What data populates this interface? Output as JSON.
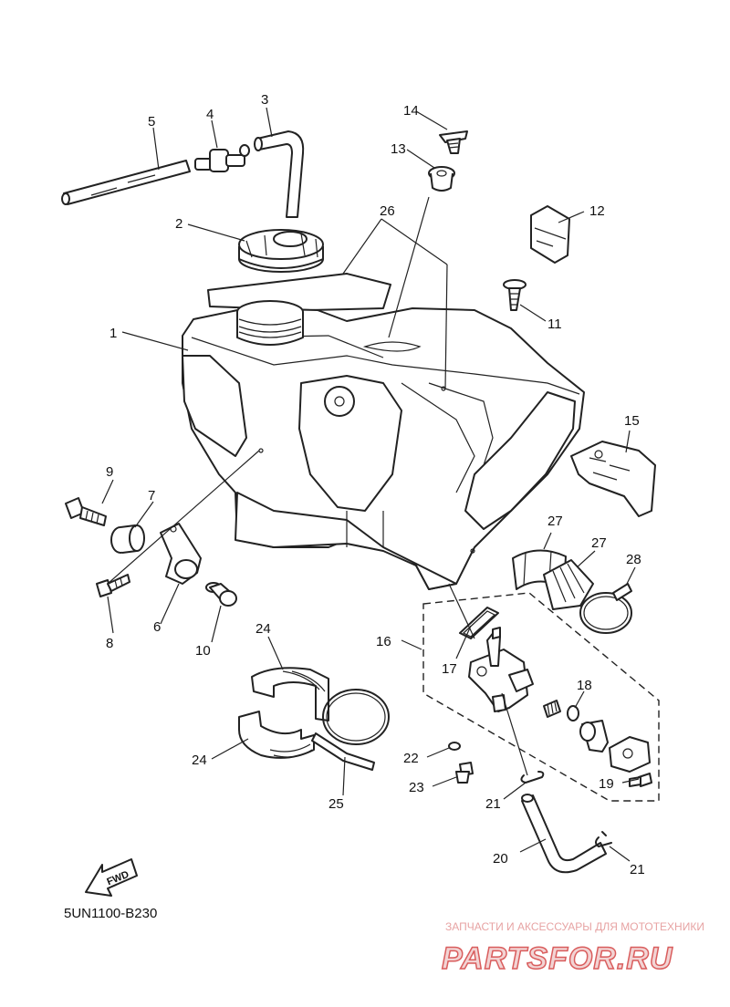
{
  "diagram": {
    "code": "5UN1100-B230",
    "fwd_label": "FWD",
    "callouts": [
      "1",
      "2",
      "3",
      "4",
      "5",
      "6",
      "7",
      "8",
      "9",
      "10",
      "11",
      "12",
      "13",
      "14",
      "15",
      "16",
      "17",
      "18",
      "19",
      "20",
      "21",
      "21",
      "22",
      "23",
      "24",
      "24",
      "25",
      "26",
      "27",
      "27",
      "28"
    ]
  },
  "watermark": {
    "caption": "ЗАПЧАСТИ И АКСЕССУАРЫ ДЛЯ МОТОТЕХНИКИ",
    "brand": "PARTSFOR.RU"
  },
  "colors": {
    "line": "#222222",
    "watermark_red": "#d95d5d"
  }
}
